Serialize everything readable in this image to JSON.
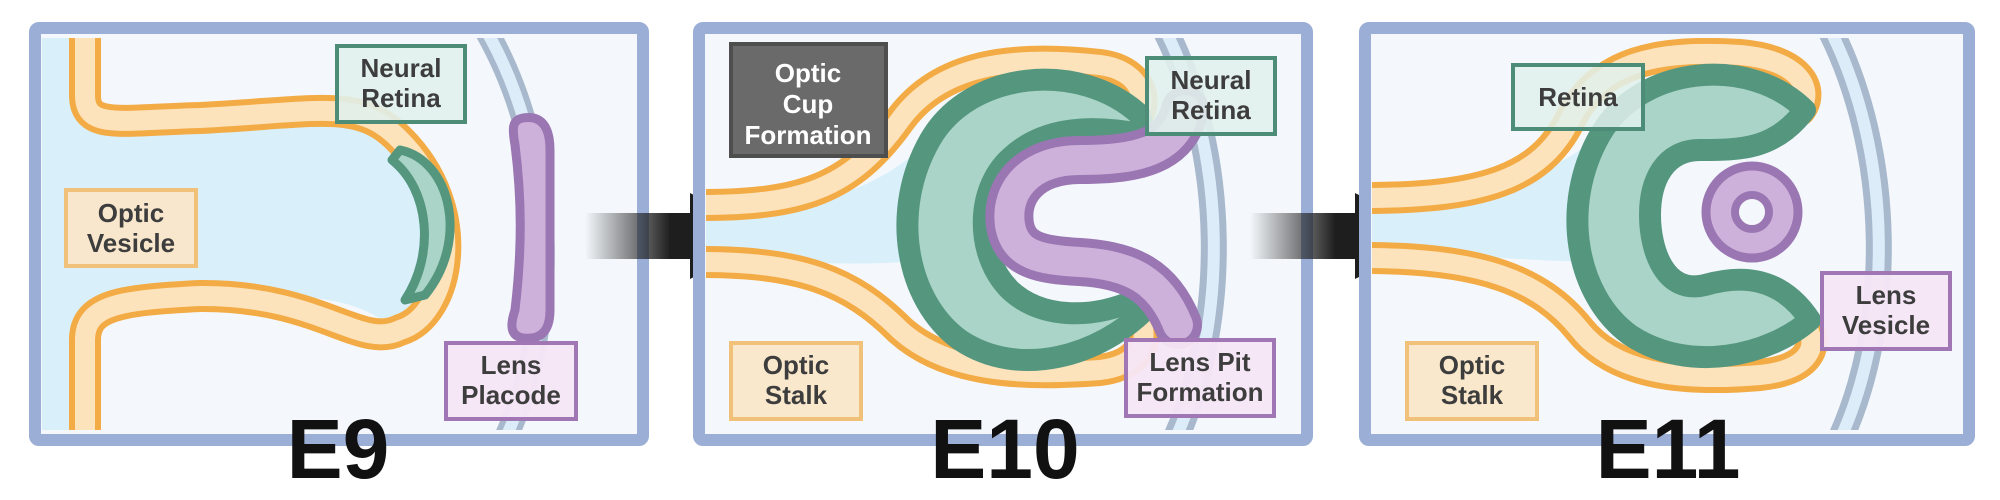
{
  "panels": [
    {
      "stage": "E9",
      "labels": {
        "optic_vesicle": [
          "Optic",
          "Vesicle"
        ],
        "neural_retina": [
          "Neural",
          "Retina"
        ],
        "lens_placode": [
          "Lens",
          "Placode"
        ]
      }
    },
    {
      "stage": "E10",
      "labels": {
        "optic_cup_formation": [
          "Optic",
          "Cup",
          "Formation"
        ],
        "neural_retina": [
          "Neural",
          "Retina"
        ],
        "optic_stalk": [
          "Optic",
          "Stalk"
        ],
        "lens_pit_formation": [
          "Lens Pit",
          "Formation"
        ]
      }
    },
    {
      "stage": "E11",
      "labels": {
        "retina": [
          "Retina"
        ],
        "optic_stalk": [
          "Optic",
          "Stalk"
        ],
        "lens_vesicle": [
          "Lens",
          "Vesicle"
        ]
      }
    }
  ],
  "colors": {
    "frame": "#9aaed6",
    "panel_bg": "#f4f8fc",
    "lumen": "#d9f0fb",
    "ectoderm_outer": "#f3ab45",
    "ectoderm_inner": "#fde3bb",
    "retina_dark": "#55967f",
    "retina_light": "#a9d4c7",
    "lens_dark": "#9a76b2",
    "lens_light": "#cdb1da",
    "surface_line": "#a9b9cd",
    "arrow": "#1e1e1e",
    "label_orange_bg": "#fbe6c6",
    "label_orange_border": "#f1c179",
    "label_green_bg": "#e1f1ec",
    "label_green_border": "#4d8d78",
    "label_purple_bg": "#f6e6f6",
    "label_purple_border": "#a077b4",
    "label_dark_bg": "#6a6a6a"
  }
}
